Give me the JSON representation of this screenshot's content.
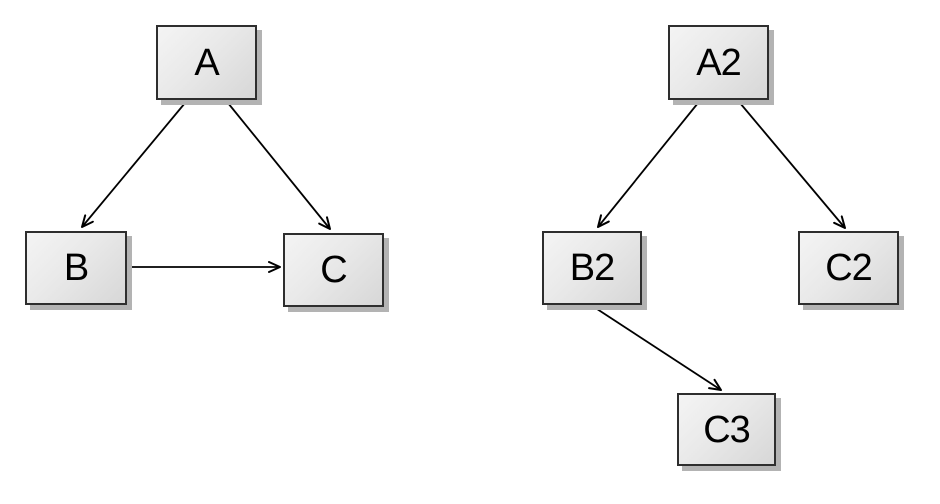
{
  "diagram": {
    "left_graph": {
      "nodes": [
        {
          "id": "A",
          "label": "A"
        },
        {
          "id": "B",
          "label": "B"
        },
        {
          "id": "C",
          "label": "C"
        }
      ],
      "edges": [
        {
          "from": "A",
          "to": "B"
        },
        {
          "from": "A",
          "to": "C"
        },
        {
          "from": "B",
          "to": "C"
        }
      ]
    },
    "right_graph": {
      "nodes": [
        {
          "id": "A2",
          "label": "A2"
        },
        {
          "id": "B2",
          "label": "B2"
        },
        {
          "id": "C2",
          "label": "C2"
        },
        {
          "id": "C3",
          "label": "C3"
        }
      ],
      "edges": [
        {
          "from": "A2",
          "to": "B2"
        },
        {
          "from": "A2",
          "to": "C2"
        },
        {
          "from": "B2",
          "to": "C3"
        }
      ]
    },
    "colors": {
      "background": "#ffffff",
      "node_border": "#2e2e2e",
      "node_fill_light": "#f4f4f4",
      "node_fill_dark": "#d7d7d7",
      "node_shadow": "#b3b3b3",
      "edge_stroke": "#000000",
      "text": "#000000"
    }
  }
}
